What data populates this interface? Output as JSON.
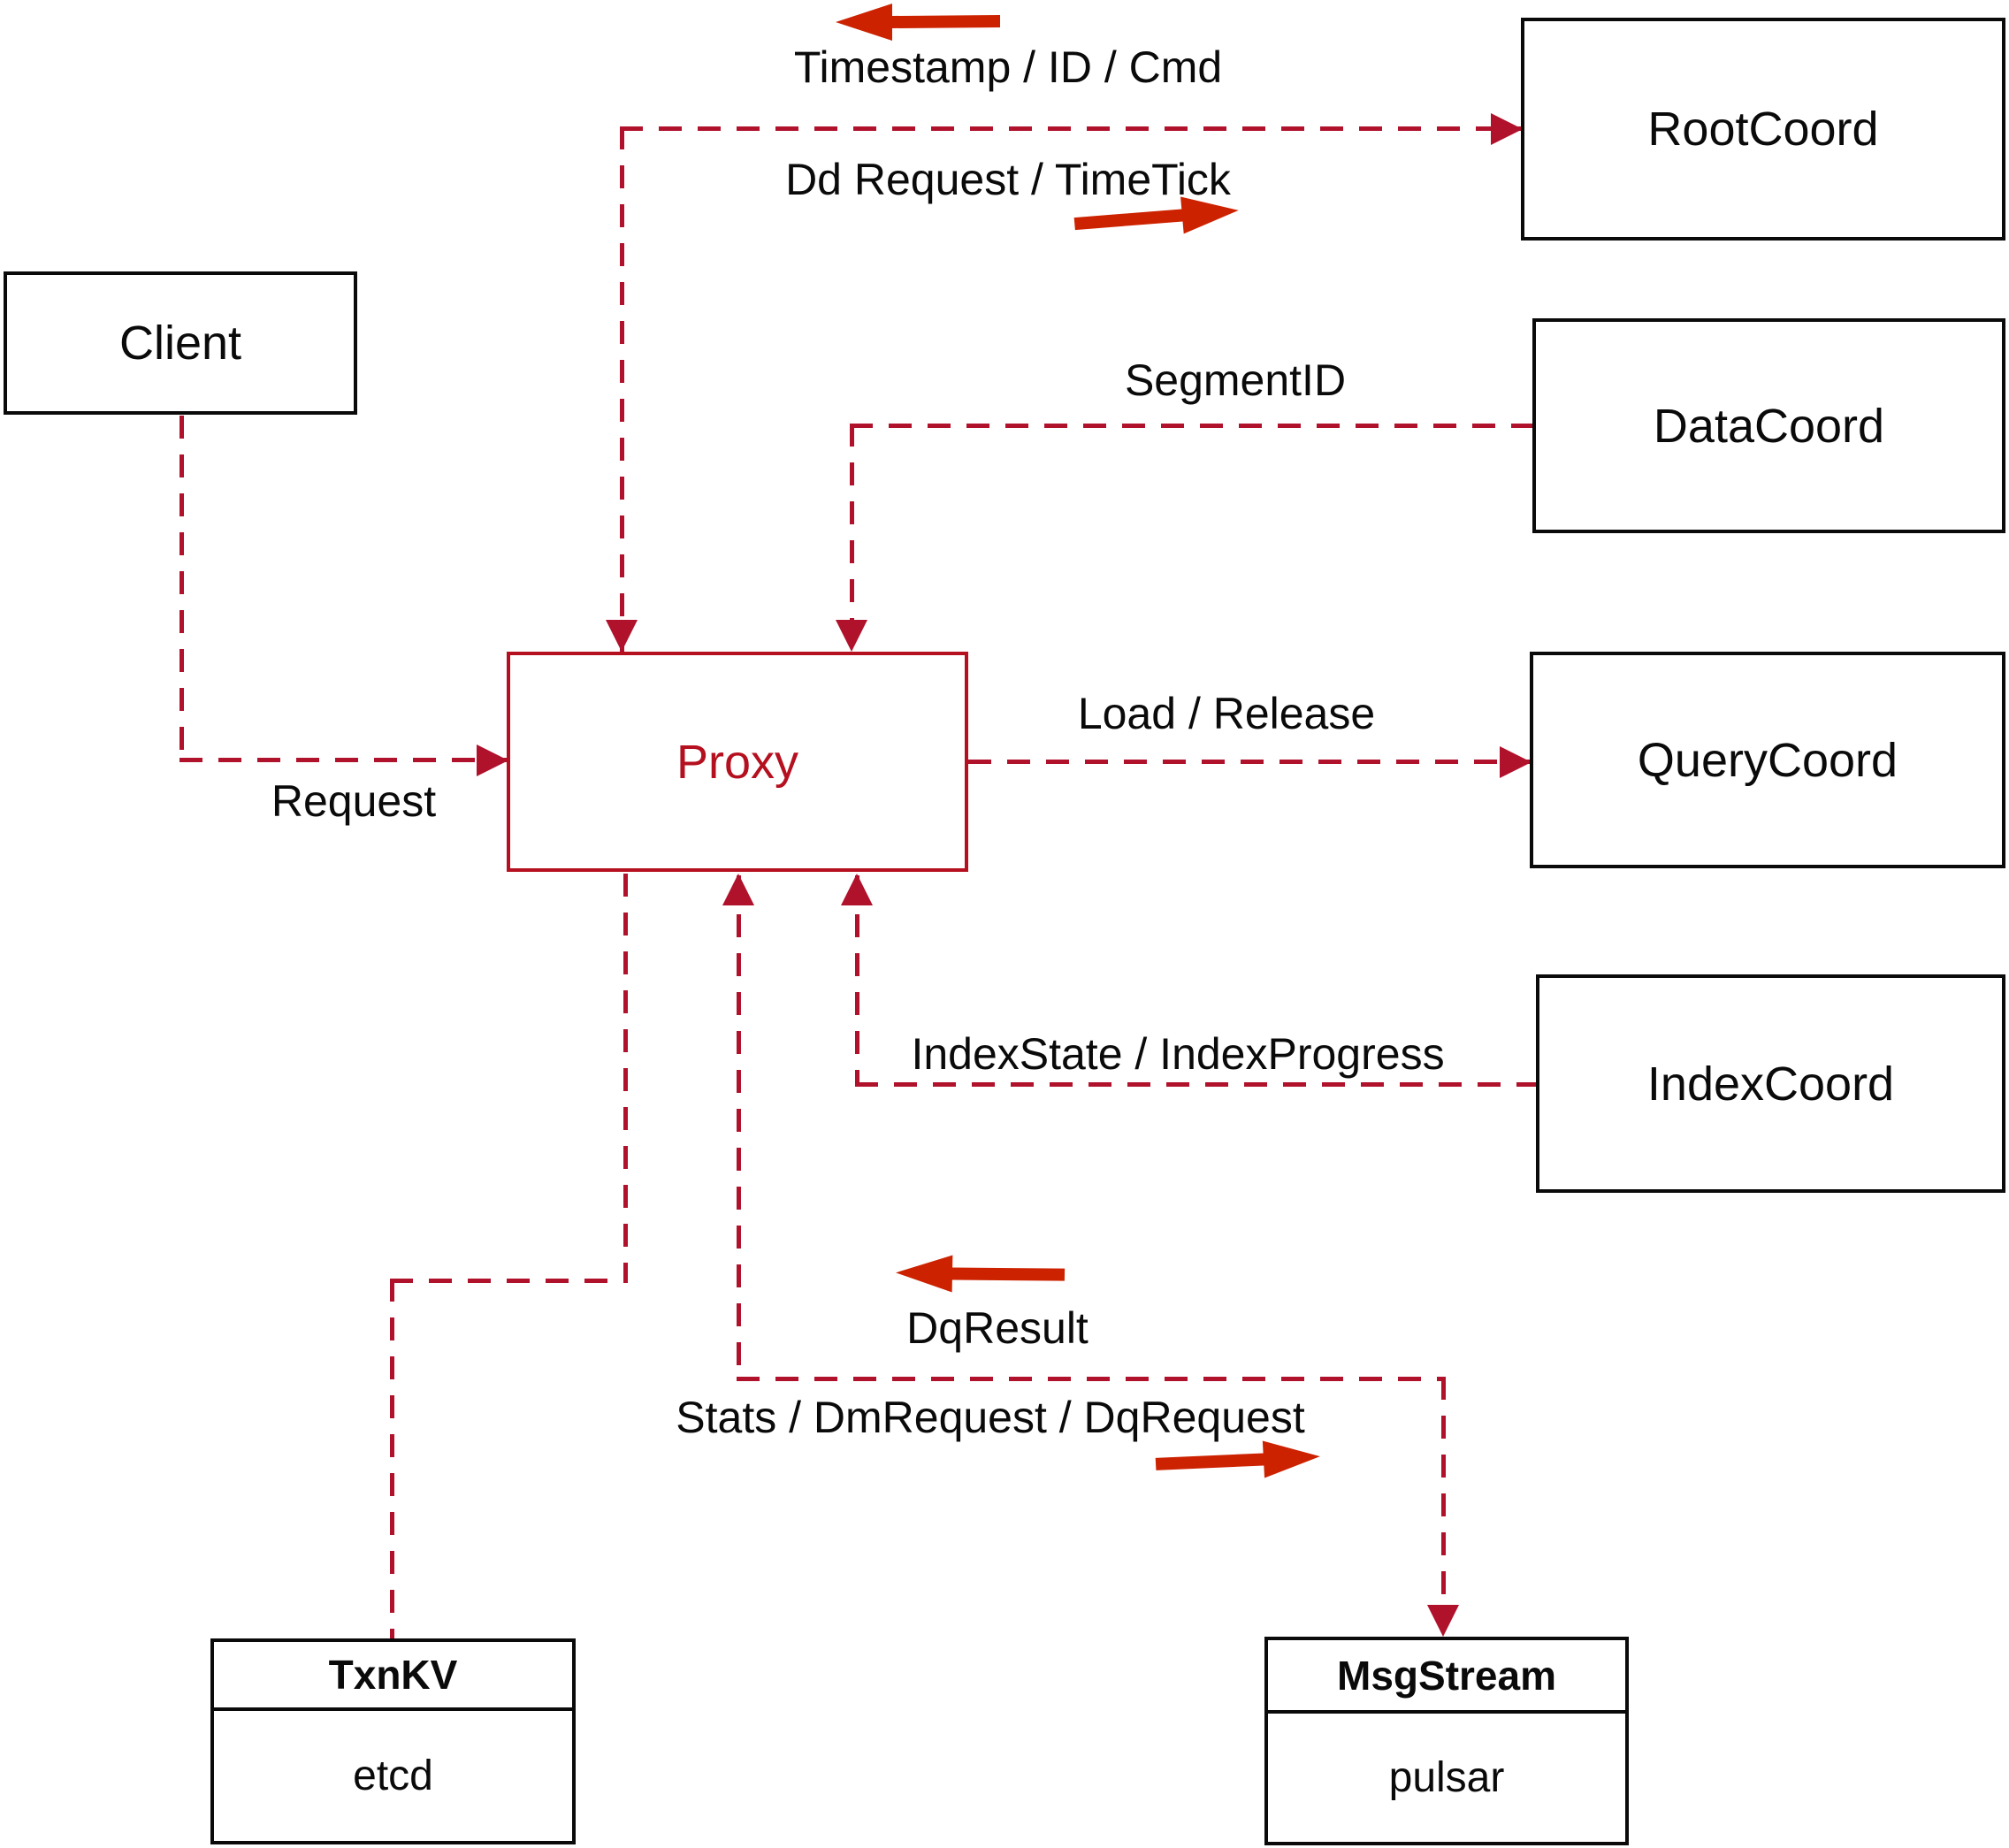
{
  "title": "Milvus proxy interaction diagram",
  "colors": {
    "dashed_line": "#b0112b",
    "direction_arrow": "#cc2200",
    "proxy_accent": "#b5101f",
    "box_border": "#0a0a0a",
    "background": "#ffffff"
  },
  "nodes": {
    "client": {
      "label": "Client"
    },
    "rootcoord": {
      "label": "RootCoord"
    },
    "datacoord": {
      "label": "DataCoord"
    },
    "querycoord": {
      "label": "QueryCoord"
    },
    "indexcoord": {
      "label": "IndexCoord"
    },
    "proxy": {
      "label": "Proxy"
    },
    "txnkv": {
      "title": "TxnKV",
      "subtitle": "etcd"
    },
    "msgstream": {
      "title": "MsgStream",
      "subtitle": "pulsar"
    }
  },
  "edge_labels": {
    "timestamp_id_cmd": "Timestamp / ID / Cmd",
    "dd_request_timetick": "Dd Request / TimeTick",
    "segment_id": "SegmentID",
    "request": "Request",
    "load_release": "Load / Release",
    "index_state_progress": "IndexState / IndexProgress",
    "dq_result": "DqResult",
    "stats_dm_dq": "Stats / DmRequest / DqRequest"
  }
}
